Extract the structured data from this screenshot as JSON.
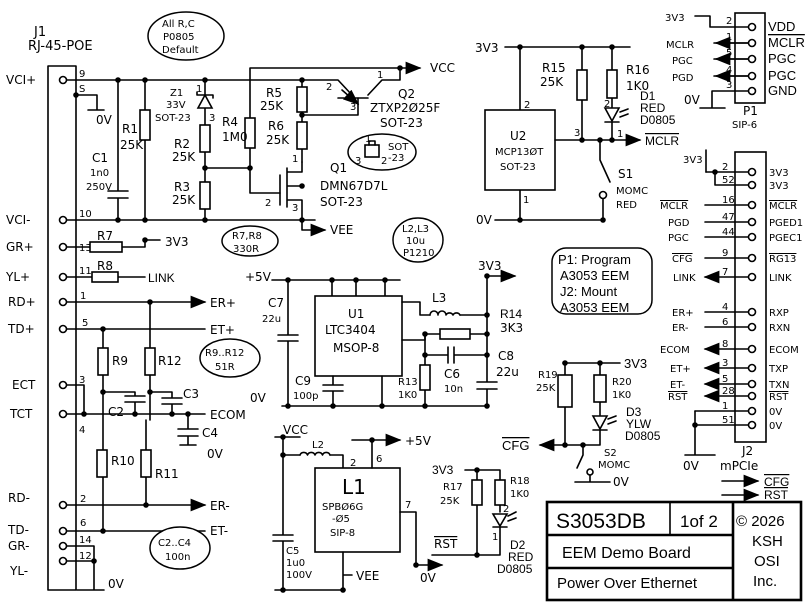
{
  "sheet": {
    "title": "S3053DB",
    "page": "1of 2",
    "subtitle": "EEM Demo Board",
    "description": "Power Over Ethernet",
    "copyright": "© 2026",
    "company": [
      "KSH",
      "OSI",
      "Inc."
    ]
  },
  "notes": {
    "defaults": [
      "All R,C",
      "P0805",
      "Default"
    ],
    "r7r8": [
      "R7,R8",
      "330R"
    ],
    "l2l3": [
      "L2,L3",
      "10u",
      "P1210"
    ],
    "r9r12": [
      "R9..R12",
      "51R"
    ],
    "c2c4": [
      "C2..C4",
      "100n"
    ],
    "sot": [
      "SOT",
      "-23",
      "1",
      "3",
      "2"
    ],
    "program": [
      "P1: Program",
      "A3053 EEM",
      "J2: Mount",
      "A3053 EEM"
    ]
  },
  "j1": {
    "ref": "J1",
    "part": "RJ-45-POE",
    "pins": [
      {
        "label": "VCI+",
        "num": "9"
      },
      {
        "label": "",
        "num": "S"
      },
      {
        "label": "VCI-",
        "num": "10"
      },
      {
        "label": "GR+",
        "num": "13"
      },
      {
        "label": "YL+",
        "num": "11"
      },
      {
        "label": "RD+",
        "num": "1"
      },
      {
        "label": "TD+",
        "num": "5"
      },
      {
        "label": "ECT",
        "num": "3"
      },
      {
        "label": "TCT",
        "num": "4"
      },
      {
        "label": "RD-",
        "num": "2"
      },
      {
        "label": "TD-",
        "num": "6"
      },
      {
        "label": "GR-",
        "num": "14"
      },
      {
        "label": "YL-",
        "num": "12"
      }
    ]
  },
  "components": {
    "R1": [
      "R1",
      "25K"
    ],
    "C1": [
      "C1",
      "1n0",
      "250V"
    ],
    "Z1": [
      "Z1",
      "33V",
      "SOT-23",
      "1",
      "3"
    ],
    "R2": [
      "R2",
      "25K"
    ],
    "R3": [
      "R3",
      "25K"
    ],
    "R4": [
      "R4",
      "1M0"
    ],
    "R5": [
      "R5",
      "25K"
    ],
    "R6": [
      "R6",
      "25K"
    ],
    "Q1": [
      "Q1",
      "DMN67D7L",
      "SOT-23",
      "1",
      "2",
      "3"
    ],
    "Q2": [
      "Q2",
      "ZTXP2Ø25F",
      "SOT-23",
      "1",
      "2",
      "3"
    ],
    "R7": [
      "R7"
    ],
    "R8": [
      "R8"
    ],
    "R9": [
      "R9"
    ],
    "R10": [
      "R10"
    ],
    "R11": [
      "R11"
    ],
    "R12": [
      "R12"
    ],
    "C2": [
      "C2"
    ],
    "C3": [
      "C3"
    ],
    "C4": [
      "C4"
    ],
    "C7": [
      "C7",
      "22u"
    ],
    "U1": [
      "U1",
      "LTC3404",
      "MSOP-8"
    ],
    "C9": [
      "C9",
      "100p"
    ],
    "L3": [
      "L3"
    ],
    "R14": [
      "R14",
      "3K3"
    ],
    "C6": [
      "C6",
      "10n"
    ],
    "R13": [
      "R13",
      "1K0"
    ],
    "C8": [
      "C8",
      "22u"
    ],
    "L2": [
      "L2"
    ],
    "L1": [
      "L1",
      "SPBØ6G",
      "-Ø5",
      "SIP-8",
      "2",
      "6",
      "7"
    ],
    "C5": [
      "C5",
      "1u0",
      "100V"
    ],
    "R17": [
      "R17",
      "25K"
    ],
    "R18": [
      "R18",
      "1K0"
    ],
    "D2": [
      "D2",
      "RED",
      "D0805",
      "2",
      "1"
    ],
    "U2": [
      "U2",
      "MCP13ØT",
      "SOT-23",
      "2",
      "3",
      "1"
    ],
    "R15": [
      "R15",
      "25K"
    ],
    "R16": [
      "R16",
      "1K0"
    ],
    "D1": [
      "D1",
      "RED",
      "D0805",
      "2",
      "1"
    ],
    "S1": [
      "S1",
      "MOMC",
      "RED"
    ],
    "R19": [
      "R19",
      "25K"
    ],
    "R20": [
      "R20",
      "1K0"
    ],
    "D3": [
      "D3",
      "YLW",
      "D0805"
    ],
    "S2": [
      "S2",
      "MOMC"
    ]
  },
  "nets": {
    "vcc": "VCC",
    "vee": "VEE",
    "v3v3": "3V3",
    "v5": "+5V",
    "gnd": "0V",
    "link": "LINK",
    "er_plus": "ER+",
    "et_plus": "ET+",
    "ecom": "ECOM",
    "er_minus": "ER-",
    "et_minus": "ET-",
    "mclr": "MCLR",
    "cfg": "CFG",
    "rst": "RST"
  },
  "p1": {
    "ref": "P1",
    "package": "SIP-6",
    "pins": [
      {
        "num": "2",
        "name": "VDD",
        "net": "3V3"
      },
      {
        "num": "1",
        "name": "MCLR",
        "net": "MCLR"
      },
      {
        "num": "5",
        "name": "PGC",
        "net": "PGC"
      },
      {
        "num": "4",
        "name": "PGC",
        "net": "PGD"
      },
      {
        "num": "3",
        "name": "GND",
        "net": "0V"
      }
    ]
  },
  "j2": {
    "ref": "J2",
    "package": "mPCIe",
    "supply": "3V3",
    "gnd": "0V",
    "pins": [
      {
        "num": "2",
        "name": "3V3",
        "net": ""
      },
      {
        "num": "52",
        "name": "3V3",
        "net": ""
      },
      {
        "num": "16",
        "name": "MCLR",
        "net": "MCLR"
      },
      {
        "num": "47",
        "name": "PGED1",
        "net": "PGD"
      },
      {
        "num": "44",
        "name": "PGEC1",
        "net": "PGC"
      },
      {
        "num": "9",
        "name": "RG13",
        "net": "CFG"
      },
      {
        "num": "7",
        "name": "LINK",
        "net": "LINK"
      },
      {
        "num": "4",
        "name": "RXP",
        "net": "ER+"
      },
      {
        "num": "6",
        "name": "RXN",
        "net": "ER-"
      },
      {
        "num": "8",
        "name": "ECOM",
        "net": "ECOM"
      },
      {
        "num": "3",
        "name": "TXP",
        "net": "ET+"
      },
      {
        "num": "5",
        "name": "TXN",
        "net": "ET-"
      },
      {
        "num": "28",
        "name": "RST",
        "net": "RST"
      },
      {
        "num": "1",
        "name": "0V",
        "net": ""
      },
      {
        "num": "51",
        "name": "0V",
        "net": ""
      }
    ],
    "outputs": [
      "CFG",
      "RST"
    ]
  }
}
